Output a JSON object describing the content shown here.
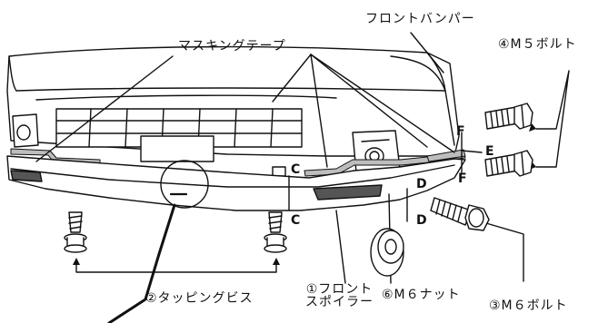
{
  "labels": {
    "front_bumper": "フロントバンパー",
    "masking_tape": "マスキングテープ",
    "m5_bolt": "④M５ボルト",
    "tapping_screw": "②タッピングビス",
    "front_spoiler_line1": "①フロント",
    "front_spoiler_line2": "スポイラー",
    "m6_nut": "⑥M６ナット",
    "m6_bolt": "③M６ボルト"
  },
  "markers": {
    "c_upper": "C",
    "c_lower": "C",
    "d_upper": "D",
    "d_lower": "D",
    "e": "E",
    "f_upper": "F",
    "f_lower": "F"
  }
}
